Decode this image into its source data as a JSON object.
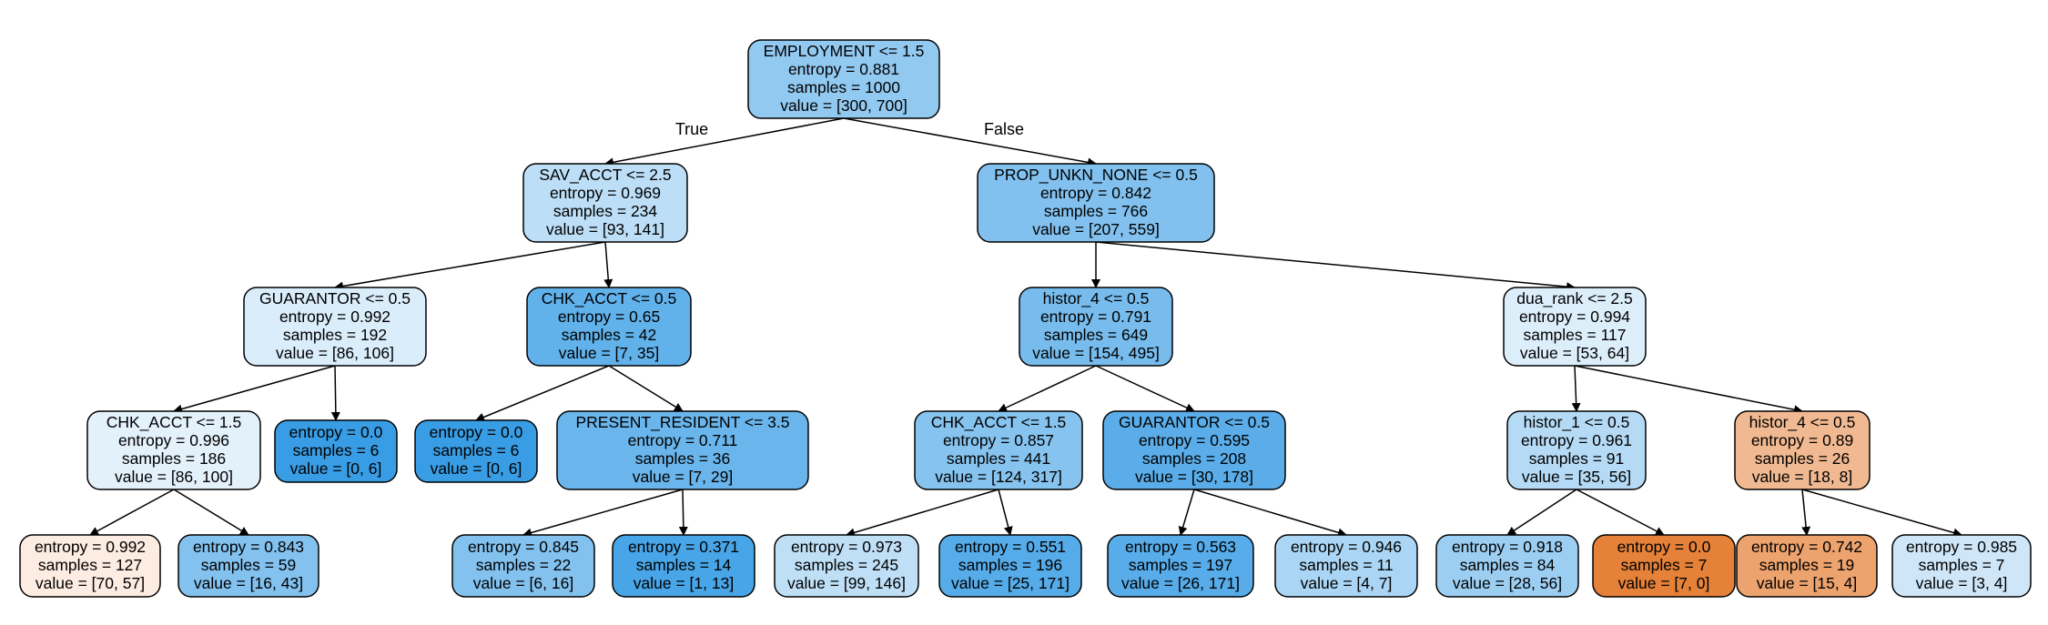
{
  "tree": {
    "nodes": [
      {
        "id": "n0",
        "lines": [
          "EMPLOYMENT <= 1.5",
          "entropy = 0.881",
          "samples = 1000",
          "value = [300, 700]"
        ],
        "fill": "#92c9f1"
      },
      {
        "id": "n1",
        "lines": [
          "SAV_ACCT <= 2.5",
          "entropy = 0.969",
          "samples = 234",
          "value = [93, 141]"
        ],
        "fill": "#bcdef6"
      },
      {
        "id": "n2",
        "lines": [
          "PROP_UNKN_NONE <= 0.5",
          "entropy = 0.842",
          "samples = 766",
          "value = [207, 559]"
        ],
        "fill": "#82c1ef"
      },
      {
        "id": "n3",
        "lines": [
          "GUARANTOR <= 0.5",
          "entropy = 0.992",
          "samples = 192",
          "value = [86, 106]"
        ],
        "fill": "#daedfa"
      },
      {
        "id": "n4",
        "lines": [
          "CHK_ACCT <= 0.5",
          "entropy = 0.65",
          "samples = 42",
          "value = [7, 35]"
        ],
        "fill": "#61b1ea"
      },
      {
        "id": "n5",
        "lines": [
          "CHK_ACCT <= 1.5",
          "entropy = 0.996",
          "samples = 186",
          "value = [86, 100]"
        ],
        "fill": "#e3f1fb"
      },
      {
        "id": "n6",
        "lines": [
          "entropy = 0.0",
          "samples = 6",
          "value = [0, 6]"
        ],
        "fill": "#399de5"
      },
      {
        "id": "n7",
        "lines": [
          "entropy = 0.0",
          "samples = 6",
          "value = [0, 6]"
        ],
        "fill": "#399de5"
      },
      {
        "id": "n8",
        "lines": [
          "PRESENT_RESIDENT <= 3.5",
          "entropy = 0.711",
          "samples = 36",
          "value = [7, 29]"
        ],
        "fill": "#6ab5eb"
      },
      {
        "id": "n9",
        "lines": [
          "entropy = 0.992",
          "samples = 127",
          "value = [70, 57]"
        ],
        "fill": "#fcece1"
      },
      {
        "id": "n10",
        "lines": [
          "entropy = 0.843",
          "samples = 59",
          "value = [16, 43]"
        ],
        "fill": "#83c1ef"
      },
      {
        "id": "n11",
        "lines": [
          "entropy = 0.845",
          "samples = 22",
          "value = [6, 16]"
        ],
        "fill": "#83c2ef"
      },
      {
        "id": "n12",
        "lines": [
          "entropy = 0.371",
          "samples = 14",
          "value = [1, 13]"
        ],
        "fill": "#48a5e7"
      },
      {
        "id": "n13",
        "lines": [
          "histor_4 <= 0.5",
          "entropy = 0.791",
          "samples = 649",
          "value = [154, 495]"
        ],
        "fill": "#77bced"
      },
      {
        "id": "n14",
        "lines": [
          "dua_rank <= 2.5",
          "entropy = 0.994",
          "samples = 117",
          "value = [53, 64]"
        ],
        "fill": "#ddeefb"
      },
      {
        "id": "n15",
        "lines": [
          "CHK_ACCT <= 1.5",
          "entropy = 0.857",
          "samples = 441",
          "value = [124, 317]"
        ],
        "fill": "#86c3ef"
      },
      {
        "id": "n16",
        "lines": [
          "GUARANTOR <= 0.5",
          "entropy = 0.595",
          "samples = 208",
          "value = [30, 178]"
        ],
        "fill": "#5aade9"
      },
      {
        "id": "n17",
        "lines": [
          "entropy = 0.973",
          "samples = 245",
          "value = [99, 146]"
        ],
        "fill": "#bfdff7"
      },
      {
        "id": "n18",
        "lines": [
          "entropy = 0.551",
          "samples = 196",
          "value = [25, 171]"
        ],
        "fill": "#56abe9"
      },
      {
        "id": "n19",
        "lines": [
          "entropy = 0.563",
          "samples = 197",
          "value = [26, 171]"
        ],
        "fill": "#57ace9"
      },
      {
        "id": "n20",
        "lines": [
          "entropy = 0.946",
          "samples = 11",
          "value = [4, 7]"
        ],
        "fill": "#aad5f4"
      },
      {
        "id": "n21",
        "lines": [
          "histor_1 <= 0.5",
          "entropy = 0.961",
          "samples = 91",
          "value = [35, 56]"
        ],
        "fill": "#b5daf5"
      },
      {
        "id": "n22",
        "lines": [
          "histor_4 <= 0.5",
          "entropy = 0.89",
          "samples = 26",
          "value = [18, 8]"
        ],
        "fill": "#f1b991"
      },
      {
        "id": "n23",
        "lines": [
          "entropy = 0.918",
          "samples = 84",
          "value = [28, 56]"
        ],
        "fill": "#9ccef2"
      },
      {
        "id": "n24",
        "lines": [
          "entropy = 0.0",
          "samples = 7",
          "value = [7, 0]"
        ],
        "fill": "#e58139"
      },
      {
        "id": "n25",
        "lines": [
          "entropy = 0.742",
          "samples = 19",
          "value = [15, 4]"
        ],
        "fill": "#eca36e"
      },
      {
        "id": "n26",
        "lines": [
          "entropy = 0.985",
          "samples = 7",
          "value = [3, 4]"
        ],
        "fill": "#cee6f8"
      }
    ],
    "edges": [
      {
        "from": "n0",
        "to": "n1",
        "label": "True"
      },
      {
        "from": "n0",
        "to": "n2",
        "label": "False"
      },
      {
        "from": "n1",
        "to": "n3"
      },
      {
        "from": "n1",
        "to": "n4"
      },
      {
        "from": "n3",
        "to": "n5"
      },
      {
        "from": "n3",
        "to": "n6"
      },
      {
        "from": "n4",
        "to": "n7"
      },
      {
        "from": "n4",
        "to": "n8"
      },
      {
        "from": "n5",
        "to": "n9"
      },
      {
        "from": "n5",
        "to": "n10"
      },
      {
        "from": "n8",
        "to": "n11"
      },
      {
        "from": "n8",
        "to": "n12"
      },
      {
        "from": "n2",
        "to": "n13"
      },
      {
        "from": "n2",
        "to": "n14"
      },
      {
        "from": "n13",
        "to": "n15"
      },
      {
        "from": "n13",
        "to": "n16"
      },
      {
        "from": "n15",
        "to": "n17"
      },
      {
        "from": "n15",
        "to": "n18"
      },
      {
        "from": "n16",
        "to": "n19"
      },
      {
        "from": "n16",
        "to": "n20"
      },
      {
        "from": "n14",
        "to": "n21"
      },
      {
        "from": "n14",
        "to": "n22"
      },
      {
        "from": "n21",
        "to": "n23"
      },
      {
        "from": "n21",
        "to": "n24"
      },
      {
        "from": "n22",
        "to": "n25"
      },
      {
        "from": "n22",
        "to": "n26"
      }
    ]
  }
}
